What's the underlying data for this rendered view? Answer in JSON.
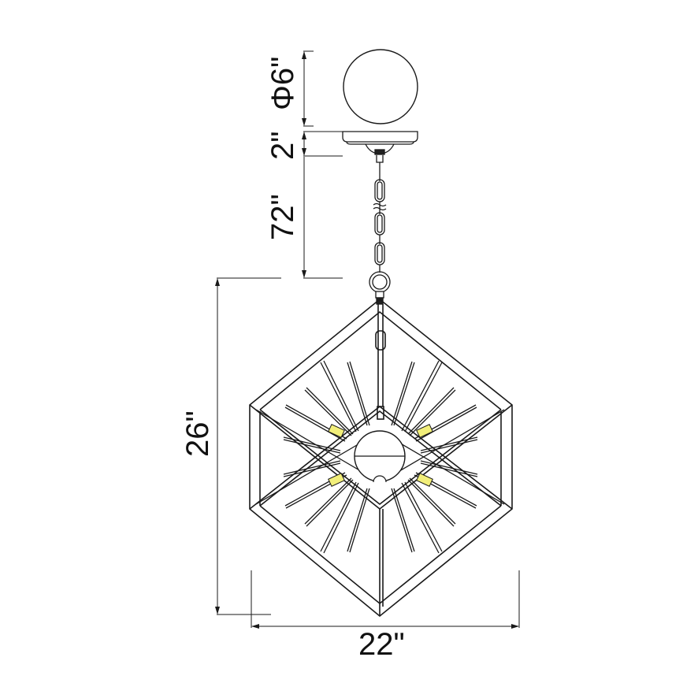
{
  "diagram": {
    "type": "pendant-light-dimension-drawing",
    "dimensions": {
      "canopy_diameter": "Φ6\"",
      "canopy_height": "2\"",
      "chain_length": "72\"",
      "fixture_height": "26\"",
      "fixture_width": "22\""
    },
    "components": [
      "canopy",
      "chain",
      "ring-loop",
      "hexagonal-frame",
      "center-sphere",
      "spike-rods",
      "candle-sockets"
    ],
    "colors": {
      "line": "#1a1a1a",
      "socket_fill": "#f2ef7a",
      "background": "#ffffff"
    }
  }
}
